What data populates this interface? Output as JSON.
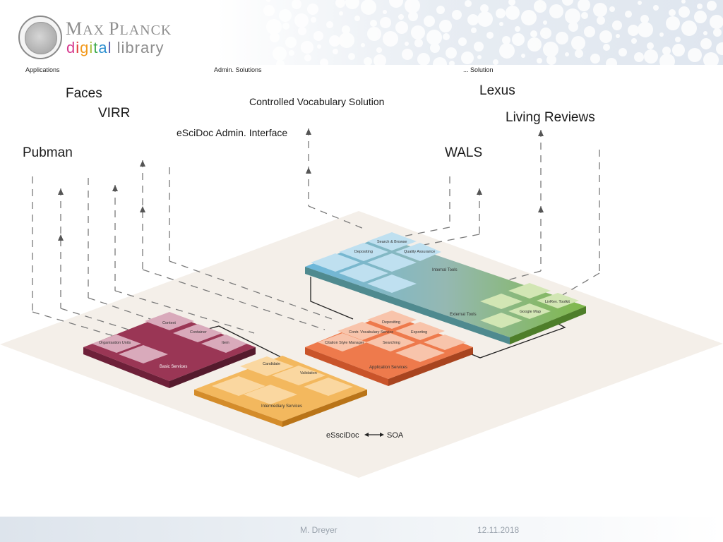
{
  "header": {
    "logo_line1_a": "M",
    "logo_line1_b": "AX ",
    "logo_line1_c": "P",
    "logo_line1_d": "LANCK",
    "logo_letters": [
      {
        "ch": "d",
        "color": "#d63b8f"
      },
      {
        "ch": "i",
        "color": "#e23a3a"
      },
      {
        "ch": "g",
        "color": "#f29a1e"
      },
      {
        "ch": "i",
        "color": "#a5c13a"
      },
      {
        "ch": "t",
        "color": "#3aa84a"
      },
      {
        "ch": "a",
        "color": "#2c8fd0"
      },
      {
        "ch": "l",
        "color": "#5a5fb0"
      },
      {
        "ch": " library",
        "color": "#8f8f8f"
      }
    ],
    "col_labels": {
      "applications": "Applications",
      "admin": "Admin. Solutions",
      "solution": "... Solution"
    }
  },
  "solutions": {
    "faces": "Faces",
    "virr": "VIRR",
    "pubman": "Pubman",
    "cv_solution": "Controlled Vocabulary Solution",
    "escidoc_admin": "eSciDoc Admin. Interface",
    "lexus": "Lexus",
    "living_reviews": "Living Reviews",
    "wals": "WALS"
  },
  "layers": {
    "basic": {
      "name": "Basic Services",
      "color": "#9a3655",
      "modules": [
        "Context",
        "Container",
        "Organisation Units",
        "Item"
      ]
    },
    "intermediary": {
      "name": "Intermediary Services",
      "color": "#f3b85e",
      "modules": [
        "Candidate",
        "Validation"
      ]
    },
    "application": {
      "name": "Application Services",
      "color": "#ee7a4c",
      "modules": [
        "Depositing",
        "Contr. Vocabulary Service",
        "Exporting",
        "Citation Style Manager",
        "Searching"
      ]
    },
    "internal": {
      "name": "Internal Tools",
      "color": "#6bb7dc",
      "modules": [
        "Search & Browse",
        "Depositing",
        "Quality Assurance"
      ]
    },
    "external": {
      "name": "External Tools",
      "color": "#7fb84a",
      "modules": [
        "LivRev. Toolkit",
        "Google Map"
      ]
    }
  },
  "legend": {
    "left": "eSsciDoc",
    "right": "SOA"
  },
  "footer": {
    "author": "M. Dreyer",
    "date": "12.11.2018"
  }
}
